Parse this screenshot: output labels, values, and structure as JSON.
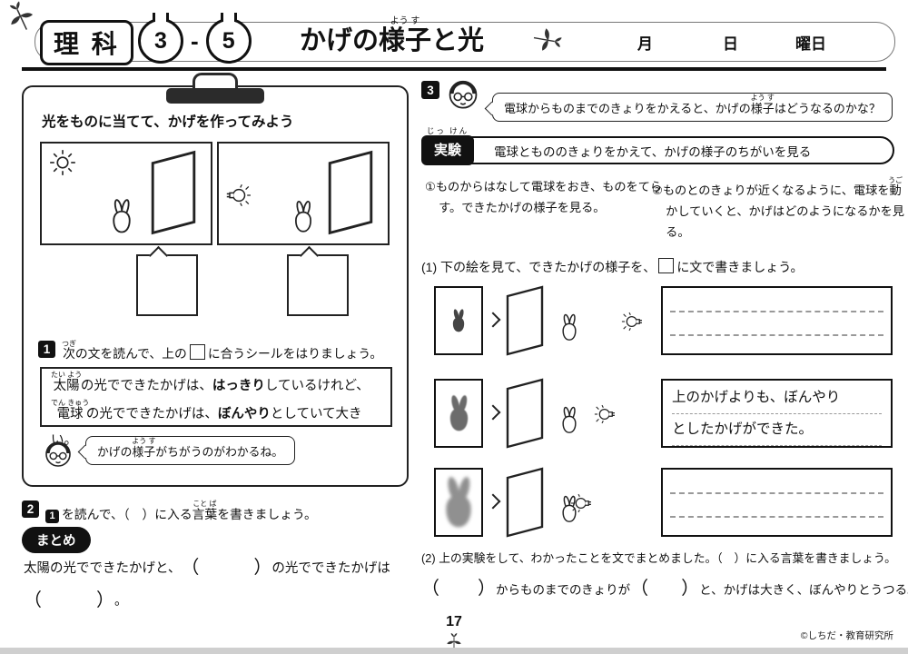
{
  "glyphs": {
    "paren_open": "（",
    "paren_close": "）"
  },
  "header": {
    "subject": "理 科",
    "num_left": "3",
    "dash": "-",
    "num_right": "5",
    "title_a": "かげの",
    "title_w": "様子",
    "title_w_ruby": "よう す",
    "title_b": "と光",
    "month": "月",
    "day": "日",
    "weekday": "曜日"
  },
  "clipboard": {
    "heading": "光をものに当てて、かげを作ってみよう",
    "task1": {
      "num": "1",
      "w": "次",
      "w_ruby": "つぎ",
      "a": "の文を読んで、上の",
      "b": "に合うシールをはりましょう。"
    },
    "reading": {
      "w1": "太陽",
      "w1_ruby": "たい よう",
      "t1": "の光でできたかげは、",
      "b1": "はっきり",
      "t2": "しているけれど、",
      "w2": "電球",
      "w2_ruby": "でん きゅう",
      "t3": "の光でできたかげは、",
      "b2": "ぼんやり",
      "t4": "としていて大きい。"
    },
    "bubble": {
      "a": "かげの",
      "w": "様子",
      "w_ruby": "よう す",
      "b": "がちがうのがわかるね。"
    }
  },
  "task2": {
    "num": "2",
    "ref": "1",
    "a": "を読んで、（　）に入る",
    "w": "言葉",
    "w_ruby": "こと ば",
    "b": "を書きましょう。"
  },
  "matome": {
    "label": "まとめ",
    "t1": "太陽の光でできたかげと、",
    "t2": "の光でできたかげは",
    "t3": "。"
  },
  "section3": {
    "num": "3",
    "bubble": {
      "a": "電球からものまでのきょりをかえると、かげの",
      "w": "様子",
      "w_ruby": "よう す",
      "b": "はどうなるのかな？"
    },
    "experiment": {
      "label": "実験",
      "label_ruby": "じっ けん",
      "text": "電球ともののきょりをかえて、かげの様子のちがいを見る"
    },
    "step1": "①ものからはなして電球をおき、ものをてらす。できたかげの様子を見る。",
    "step2a": "②ものとのきょりが近くなるように、電球を",
    "step2w": "動",
    "step2w_ruby": "うご",
    "step2b": "かしていくと、かげはどのようになるかを見る。",
    "q1a": "(1) 下の絵を見て、できたかげの様子を、",
    "q1b": "に文で書きましょう。",
    "answer_row2_line1": "上のかげよりも、ぼんやり",
    "answer_row2_line2": "としたかげができた。",
    "q2": "(2) 上の実験をして、わかったことを文でまとめました。（　）に入る言葉を書きましょう。",
    "q2_t1": "からものまでのきょりが",
    "q2_t2": "と、かげは大きく、ぼんやりとうつる。"
  },
  "footer": {
    "page": "17",
    "copyright": "©しちだ・教育研究所"
  }
}
